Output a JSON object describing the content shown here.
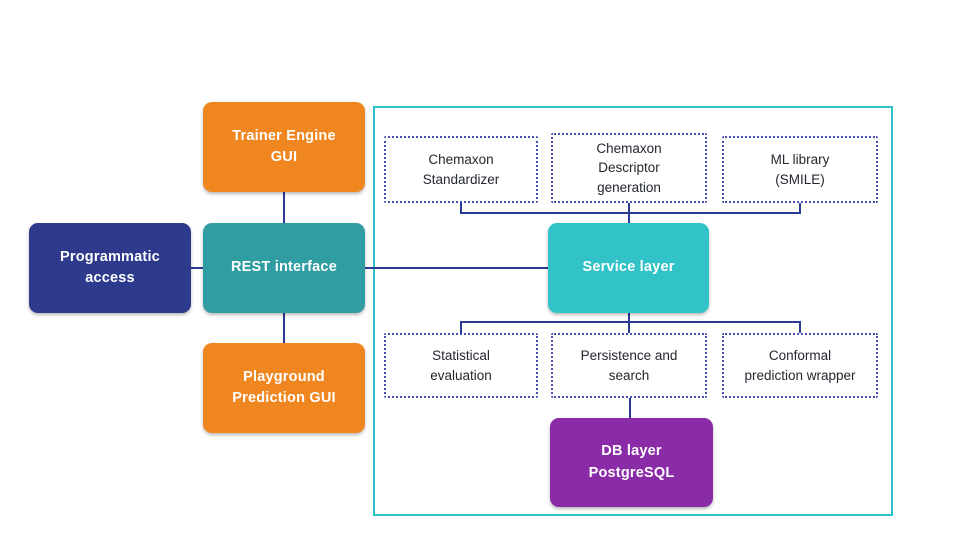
{
  "palette": {
    "background": "#ffffff",
    "orange": "#f0861f",
    "navy-box": "#2e3a8c",
    "teal-dark": "#2f9da2",
    "teal-bright": "#31c3c7",
    "container-border": "#2cc4c8",
    "purple": "#8a2ba8",
    "connector": "#2b3a94",
    "dotted-border": "#4450b4",
    "dotted-text": "#23272f",
    "box-text": "#ffffff"
  },
  "diagram": {
    "nodes": {
      "trainer_engine_gui": "Trainer Engine\nGUI",
      "programmatic_access": "Programmatic\naccess",
      "rest_interface": "REST interface",
      "playground_prediction_gui": "Playground\nPrediction GUI",
      "chemaxon_standardizer": "Chemaxon\nStandardizer",
      "chemaxon_descriptor_generation": "Chemaxon\nDescriptor\ngeneration",
      "ml_library_smile": "ML library\n(SMILE)",
      "service_layer": "Service layer",
      "statistical_evaluation": "Statistical\nevaluation",
      "persistence_and_search": "Persistence and\nsearch",
      "conformal_prediction_wrapper": "Conformal\nprediction wrapper",
      "db_layer_postgresql": "DB layer\nPostgreSQL"
    }
  }
}
